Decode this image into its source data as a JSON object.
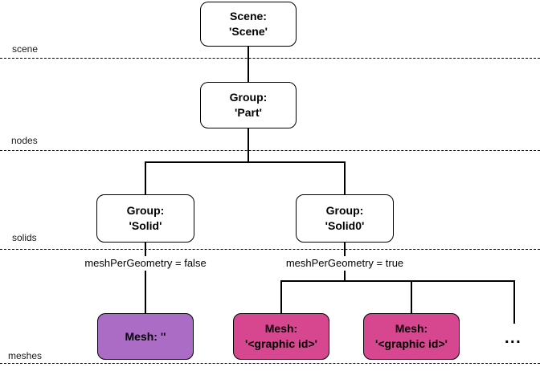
{
  "lanes": [
    {
      "label": "scene"
    },
    {
      "label": "nodes"
    },
    {
      "label": "solids"
    },
    {
      "label": "meshes"
    }
  ],
  "nodes": {
    "scene": {
      "line1": "Scene:",
      "line2": "'Scene'"
    },
    "part": {
      "line1": "Group:",
      "line2": "'Part'"
    },
    "solid": {
      "line1": "Group:",
      "line2": "'Solid'"
    },
    "solid0": {
      "line1": "Group:",
      "line2": "'Solid0'"
    },
    "mesh_empty": {
      "line1": "Mesh: ''"
    },
    "mesh_graphic1": {
      "line1": "Mesh:",
      "line2": "'<graphic id>'"
    },
    "mesh_graphic2": {
      "line1": "Mesh:",
      "line2": "'<graphic id>'"
    }
  },
  "annotations": {
    "mesh_per_geometry_false": "meshPerGeometry = false",
    "mesh_per_geometry_true": "meshPerGeometry = true",
    "ellipsis": "..."
  },
  "colors": {
    "mesh_empty_fill": "#aa6cc4",
    "mesh_graphic_fill": "#d6478f",
    "node_border": "#000000",
    "lane_line": "#000000"
  }
}
